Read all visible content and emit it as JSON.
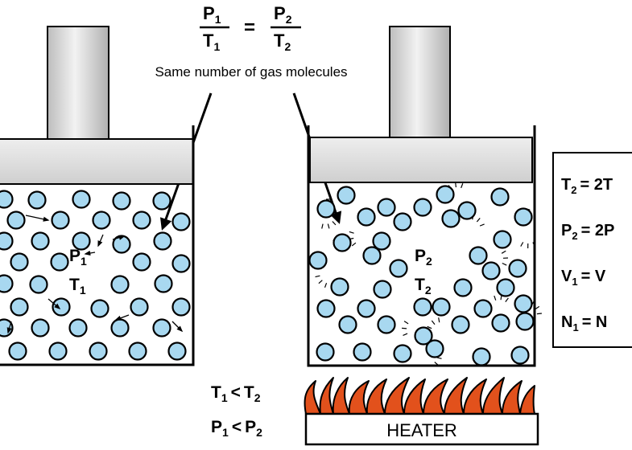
{
  "equation": {
    "p1": "P",
    "p1_sub": "1",
    "t1": "T",
    "t1_sub": "1",
    "equals": "=",
    "p2": "P",
    "p2_sub": "2",
    "t2": "T",
    "t2_sub": "2"
  },
  "caption": "Same number of gas molecules",
  "left_container": {
    "pressure": "P",
    "pressure_sub": "1",
    "temperature": "T",
    "temperature_sub": "1"
  },
  "right_container": {
    "pressure": "P",
    "pressure_sub": "2",
    "temperature": "T",
    "temperature_sub": "2"
  },
  "relations": [
    {
      "a": "T",
      "a_sub": "1",
      "op": "<",
      "b": "T",
      "b_sub": "2"
    },
    {
      "a": "P",
      "a_sub": "1",
      "op": "<",
      "b": "P",
      "b_sub": "2"
    }
  ],
  "heater_label": "HEATER",
  "conditions": [
    {
      "lhs": "T",
      "lhs_sub": "2",
      "rhs": "= 2T"
    },
    {
      "lhs": "P",
      "lhs_sub": "2",
      "rhs": "= 2P"
    },
    {
      "lhs": "V",
      "lhs_sub": "1",
      "rhs": "= V"
    },
    {
      "lhs": "N",
      "lhs_sub": "1",
      "rhs": "= N"
    }
  ],
  "colors": {
    "molecule_fill": "#a8d8f0",
    "flame": "#e2511c",
    "piston": "#e0e0e0"
  }
}
